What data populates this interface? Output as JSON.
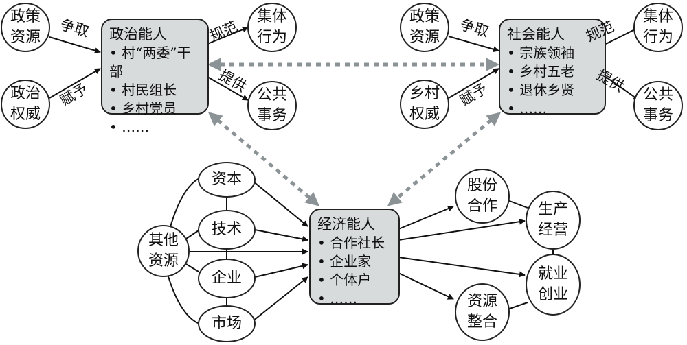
{
  "political": {
    "title": "政治能人",
    "items": [
      "村“两委”干部",
      "村民组长",
      "乡村党员",
      "……"
    ]
  },
  "social": {
    "title": "社会能人",
    "items": [
      "宗族领袖",
      "乡村五老",
      "退休乡贤",
      "……"
    ]
  },
  "economic": {
    "title": "经济能人",
    "items": [
      "合作社长",
      "企业家",
      "个体户",
      "……"
    ]
  },
  "left_top": {
    "policy_resources": [
      "政策",
      "资源"
    ],
    "political_authority": [
      "政治",
      "权威"
    ],
    "collective_behavior": [
      "集体",
      "行为"
    ],
    "public_affairs": [
      "公共",
      "事务"
    ],
    "label_strive": "争取",
    "label_grant": "赋予",
    "label_regulate": "规范",
    "label_provide": "提供"
  },
  "right_top": {
    "policy_resources": [
      "政策",
      "资源"
    ],
    "village_authority": [
      "乡村",
      "权威"
    ],
    "collective_behavior": [
      "集体",
      "行为"
    ],
    "public_affairs": [
      "公共",
      "事务"
    ],
    "label_strive": "争取",
    "label_grant": "赋予",
    "label_regulate": "规范",
    "label_provide": "提供"
  },
  "inputs": {
    "capital": "资本",
    "technology": "技术",
    "enterprise": "企业",
    "market": "市场",
    "other_resources": [
      "其他",
      "资源"
    ]
  },
  "outputs": {
    "shareholding": [
      "股份",
      "合作"
    ],
    "production": [
      "生产",
      "经营"
    ],
    "employment": [
      "就业",
      "创业"
    ],
    "integration": [
      "资源",
      "整合"
    ]
  }
}
